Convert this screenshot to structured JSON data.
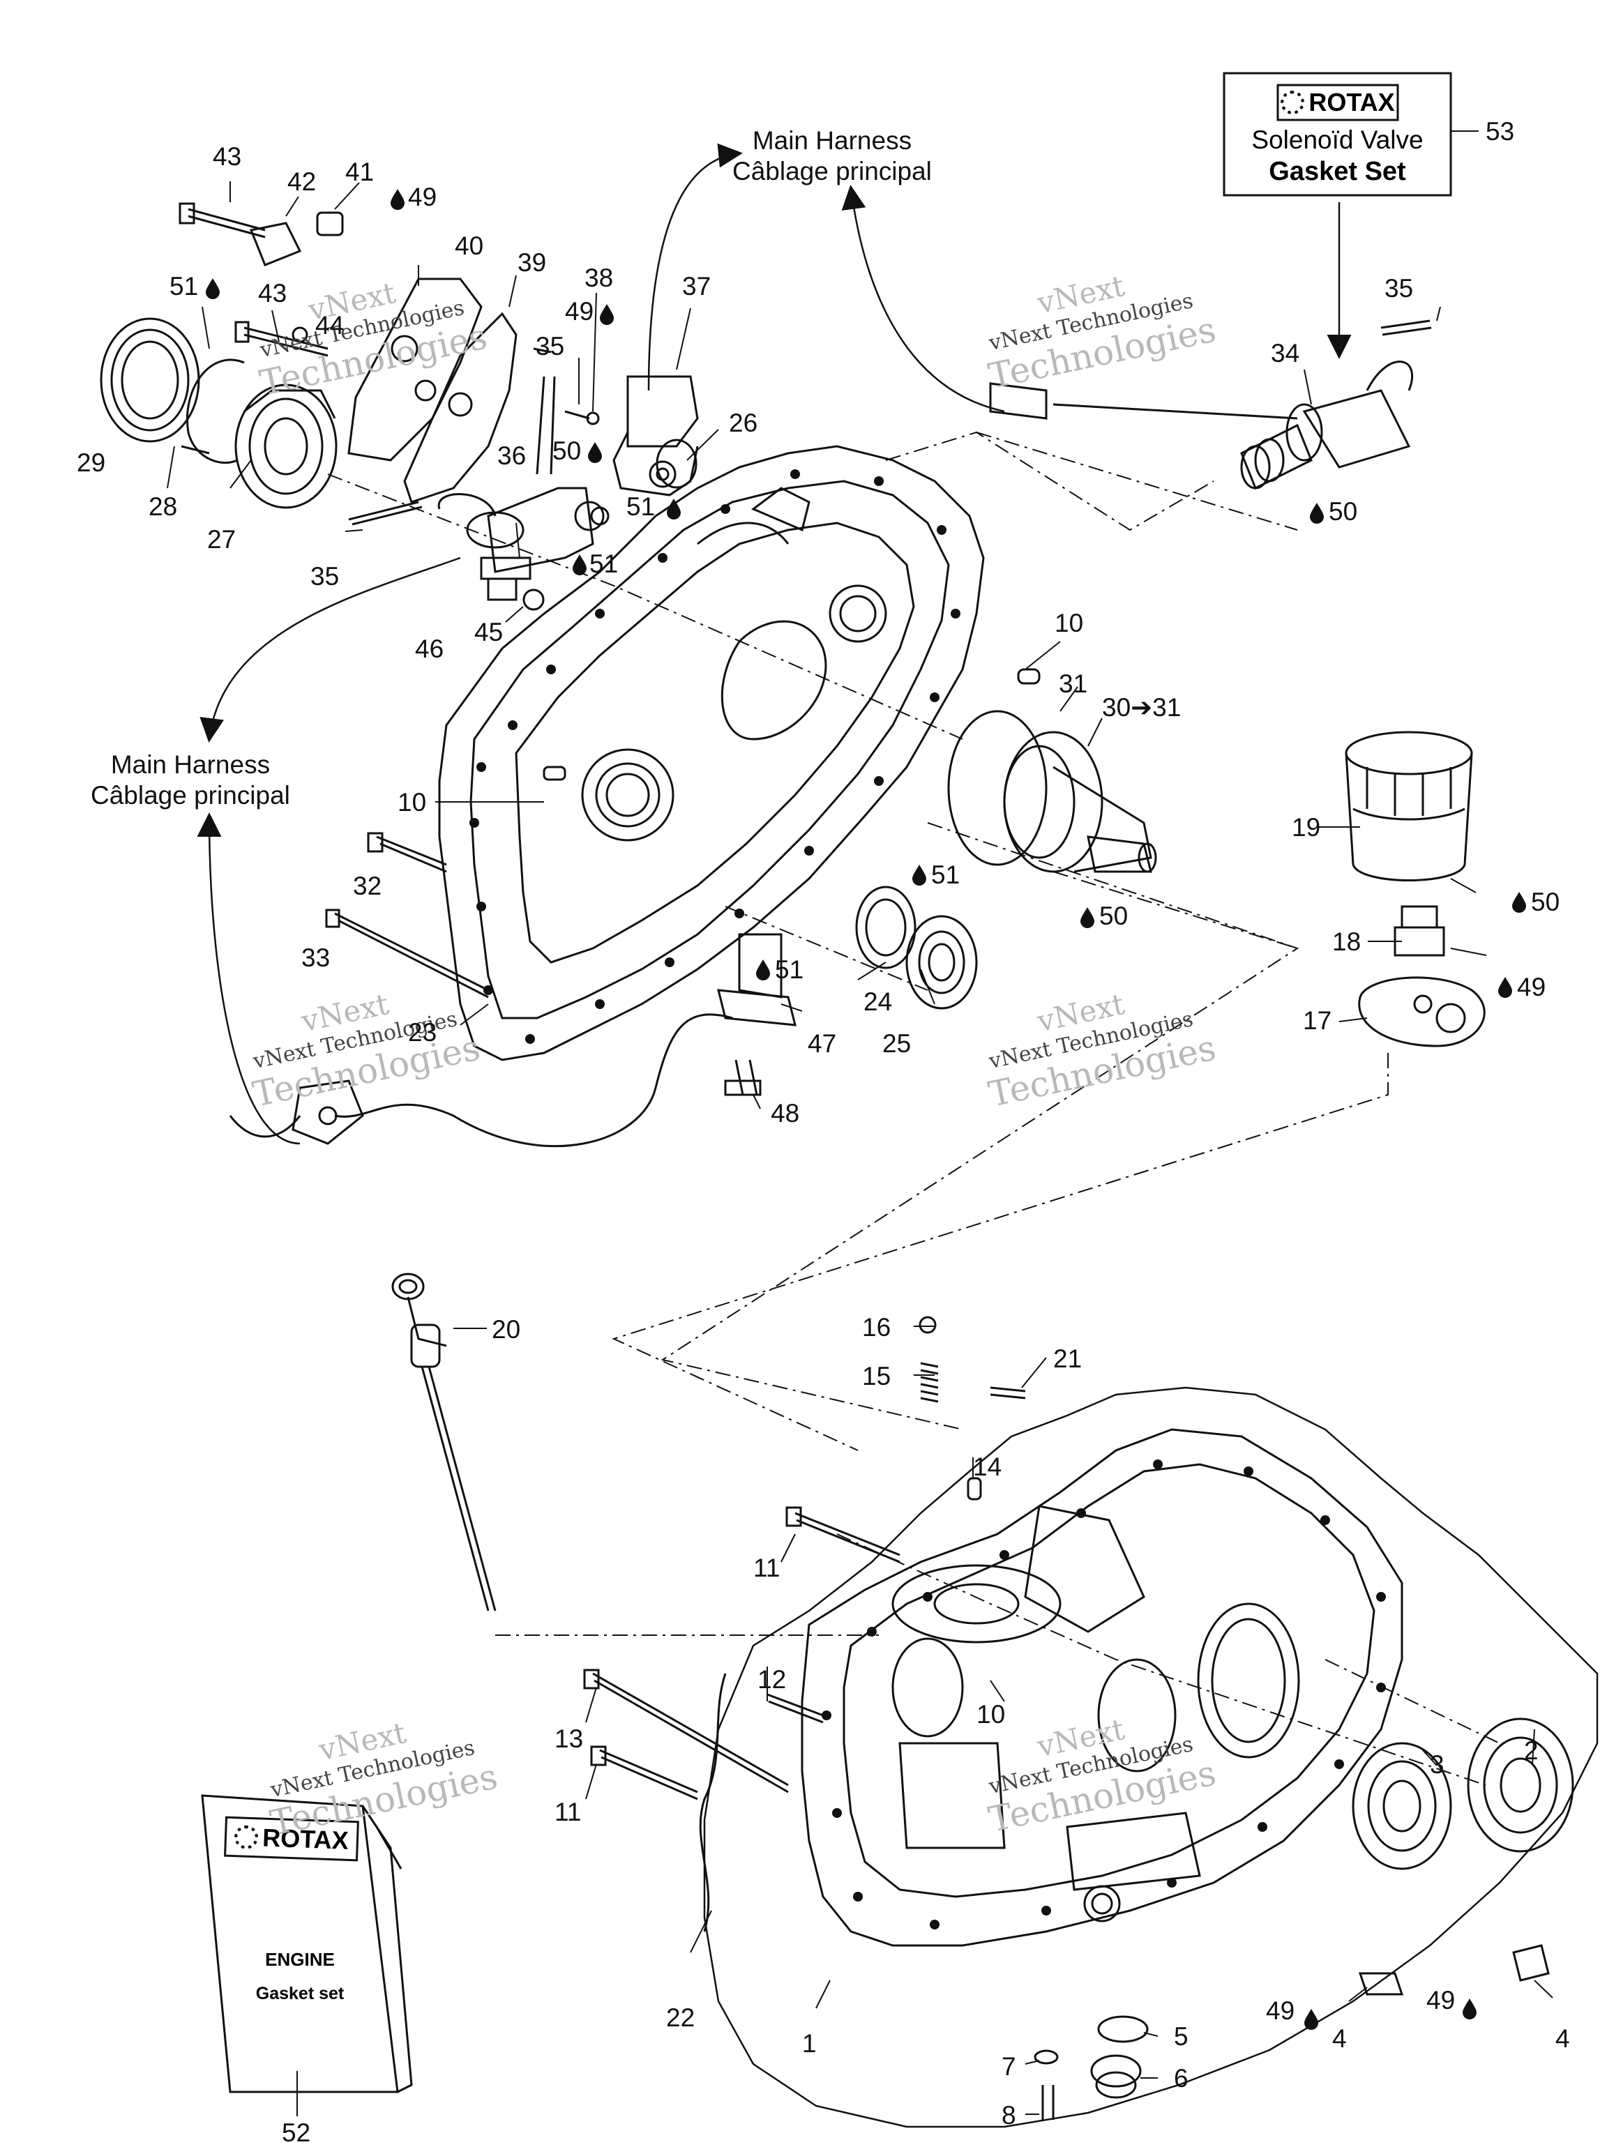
{
  "harness_top": {
    "line1": "Main Harness",
    "line2": "Câblage principal"
  },
  "harness_left": {
    "line1": "Main Harness",
    "line2": "Câblage principal"
  },
  "watermark": {
    "line_a": "vNext",
    "line_b": "vNext Technologies",
    "line_c": "Technologies"
  },
  "solenoid_box": {
    "brand": "ROTAX",
    "line1": "Solenoïd Valve",
    "line2": "Gasket Set",
    "callout": "53"
  },
  "engine_book": {
    "brand": "ROTAX",
    "line1": "ENGINE",
    "line2": "Gasket set",
    "callout": "52"
  },
  "oil_icon": "oil-drop-icon",
  "callouts": [
    {
      "id": "c43a",
      "text": "43"
    },
    {
      "id": "c42",
      "text": "42"
    },
    {
      "id": "c41",
      "text": "41"
    },
    {
      "id": "c49a",
      "text": "49"
    },
    {
      "id": "c40",
      "text": "40"
    },
    {
      "id": "c39",
      "text": "39"
    },
    {
      "id": "c51a",
      "text": "51"
    },
    {
      "id": "c43b",
      "text": "43"
    },
    {
      "id": "c44",
      "text": "44"
    },
    {
      "id": "c38",
      "text": "38"
    },
    {
      "id": "c49b",
      "text": "49"
    },
    {
      "id": "c37",
      "text": "37"
    },
    {
      "id": "c35a",
      "text": "35"
    },
    {
      "id": "c29",
      "text": "29"
    },
    {
      "id": "c50a",
      "text": "50"
    },
    {
      "id": "c36",
      "text": "36"
    },
    {
      "id": "c26",
      "text": "26"
    },
    {
      "id": "c51b",
      "text": "51"
    },
    {
      "id": "c28",
      "text": "28"
    },
    {
      "id": "c27",
      "text": "27"
    },
    {
      "id": "c35b",
      "text": "35"
    },
    {
      "id": "c51c",
      "text": "51"
    },
    {
      "id": "c45",
      "text": "45"
    },
    {
      "id": "c46",
      "text": "46"
    },
    {
      "id": "c35c",
      "text": "35"
    },
    {
      "id": "c34",
      "text": "34"
    },
    {
      "id": "c50b",
      "text": "50"
    },
    {
      "id": "c10a",
      "text": "10"
    },
    {
      "id": "c31",
      "text": "31"
    },
    {
      "id": "c3031",
      "text": "30➔31"
    },
    {
      "id": "c10b",
      "text": "10"
    },
    {
      "id": "c19",
      "text": "19"
    },
    {
      "id": "c50c",
      "text": "50"
    },
    {
      "id": "c32",
      "text": "32"
    },
    {
      "id": "c51d",
      "text": "51"
    },
    {
      "id": "c50d",
      "text": "50"
    },
    {
      "id": "c18",
      "text": "18"
    },
    {
      "id": "c49c",
      "text": "49"
    },
    {
      "id": "c33",
      "text": "33"
    },
    {
      "id": "c51e",
      "text": "51"
    },
    {
      "id": "c24",
      "text": "24"
    },
    {
      "id": "c17",
      "text": "17"
    },
    {
      "id": "c23",
      "text": "23"
    },
    {
      "id": "c47",
      "text": "47"
    },
    {
      "id": "c25",
      "text": "25"
    },
    {
      "id": "c48",
      "text": "48"
    },
    {
      "id": "c20",
      "text": "20"
    },
    {
      "id": "c16",
      "text": "16"
    },
    {
      "id": "c21",
      "text": "21"
    },
    {
      "id": "c15",
      "text": "15"
    },
    {
      "id": "c14",
      "text": "14"
    },
    {
      "id": "c11a",
      "text": "11"
    },
    {
      "id": "c12",
      "text": "12"
    },
    {
      "id": "c10c",
      "text": "10"
    },
    {
      "id": "c13",
      "text": "13"
    },
    {
      "id": "c11b",
      "text": "11"
    },
    {
      "id": "c3",
      "text": "3"
    },
    {
      "id": "c2",
      "text": "2"
    },
    {
      "id": "c49d",
      "text": "49"
    },
    {
      "id": "c49e",
      "text": "49"
    },
    {
      "id": "c4a",
      "text": "4"
    },
    {
      "id": "c4b",
      "text": "4"
    },
    {
      "id": "c22",
      "text": "22"
    },
    {
      "id": "c5",
      "text": "5"
    },
    {
      "id": "c6",
      "text": "6"
    },
    {
      "id": "c7",
      "text": "7"
    },
    {
      "id": "c1",
      "text": "1"
    },
    {
      "id": "c8",
      "text": "8"
    }
  ]
}
